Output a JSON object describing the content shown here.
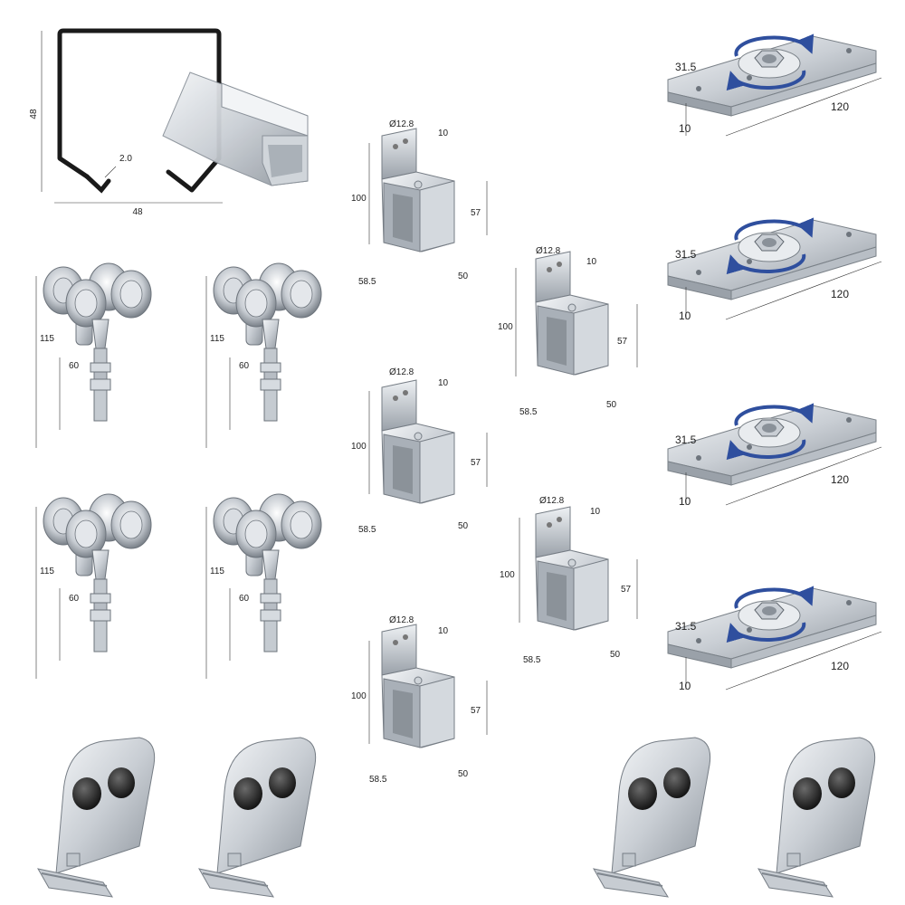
{
  "rail": {
    "height": "48",
    "width": "48",
    "thickness": "2.0"
  },
  "trolley": {
    "total_height": "115",
    "shaft_height": "60"
  },
  "bracket": {
    "hole_diameter": "Ø12.8",
    "hole_offset": "10",
    "height": "100",
    "inner_height": "57",
    "depth": "58.5",
    "width": "50"
  },
  "guide": {
    "offset": "31.5",
    "height": "10",
    "length": "120"
  },
  "colors": {
    "metal_light": "#e6e9ed",
    "metal_mid": "#b9bfc6",
    "metal_dark": "#7d848c",
    "rail_outline": "#1a1a1a",
    "arrow": "#2f4f9e",
    "rubber": "#2b2b2b"
  }
}
